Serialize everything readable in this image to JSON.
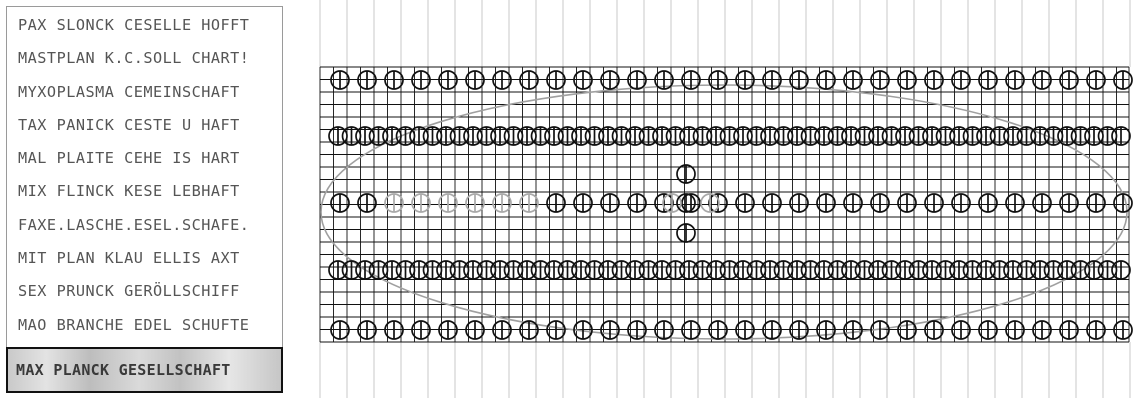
{
  "text_lines": [
    "PAX SLONCK CESELLE HOFFT",
    "MASTPLAN K.C.SOLL CHART!",
    "MYXOPLASMA CEMEINSCHAFT",
    "TAX PANICK CESTE U HAFT",
    "MAL PLAITE CEHE IS HART",
    "MIX FLINCK KESE LEBHAFT",
    "FAXE.LASCHE.ESEL.SCHAFE.",
    "MIT PLAN KLAU ELLIS AXT",
    "SEX PRUNCK GERÖLLSCHIFF",
    "MAO BRANCHE EDEL SCHUFTE"
  ],
  "photo_text": "MAX PLANCK GESELLSCHAFT",
  "colors": {
    "grid": "#111111",
    "faint_grid": "#c8c8c8",
    "ellipse": "#a0a0a0",
    "circle": "#111111",
    "faint_circle": "#a9a9a9"
  }
}
